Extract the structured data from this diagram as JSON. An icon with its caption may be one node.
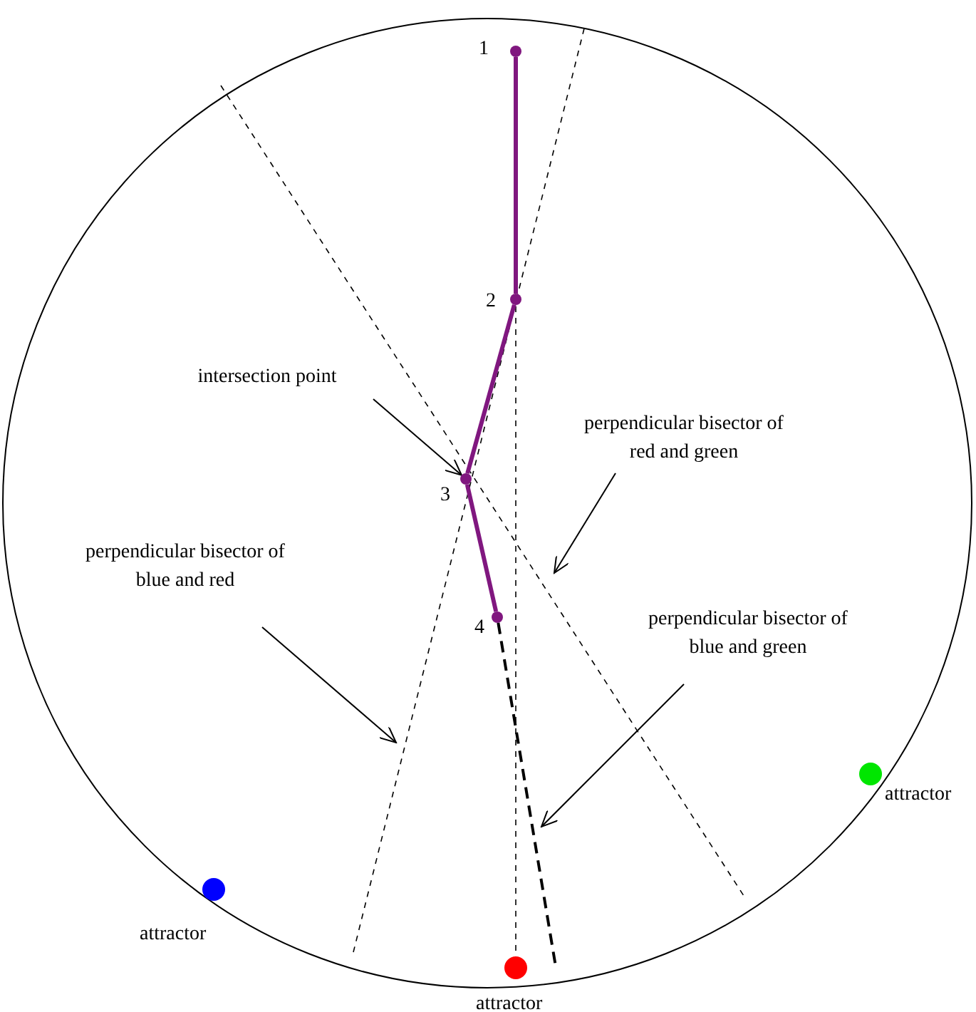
{
  "diagram": {
    "nodes": [
      {
        "text": [],
        "shape": "circle",
        "beside": [
          "1"
        ]
      },
      {
        "text": [],
        "shape": "circle",
        "beside": [
          "2"
        ]
      },
      {
        "text": [],
        "shape": "circle",
        "beside": [
          "3"
        ]
      },
      {
        "text": [],
        "shape": "circle",
        "beside": [
          "4"
        ]
      },
      {
        "text": [],
        "shape": "circle",
        "beside": [
          "attractor"
        ]
      },
      {
        "text": [],
        "shape": "circle",
        "beside": [
          "attractor"
        ]
      },
      {
        "text": [],
        "shape": "circle",
        "beside": [
          "attractor"
        ]
      },
      {
        "text": [
          "intersection point"
        ]
      },
      {
        "text": [
          "perpendicular bisector of red and green"
        ]
      },
      {
        "text": [
          "perpendicular bisector of blue and red"
        ]
      },
      {
        "text": [
          "perpendicular bisector of blue and green"
        ]
      }
    ],
    "edges": [
      {
        "from": 0,
        "to": 1,
        "arrow": "none",
        "style": "thick",
        "color": "#80177f"
      },
      {
        "from": 1,
        "to": 2,
        "arrow": "none",
        "style": "thick",
        "color": "#80177f"
      },
      {
        "from": 2,
        "to": 3,
        "arrow": "none",
        "style": "thick",
        "color": "#80177f"
      },
      {
        "from": 3,
        "to": null,
        "arrow": "none",
        "style": "dashed"
      },
      {
        "from": 7,
        "to": 2,
        "arrow": "to"
      },
      {
        "from": 8,
        "to": null,
        "arrow": "to"
      },
      {
        "from": 9,
        "to": null,
        "arrow": "to"
      },
      {
        "from": 10,
        "to": null,
        "arrow": "to"
      }
    ]
  }
}
